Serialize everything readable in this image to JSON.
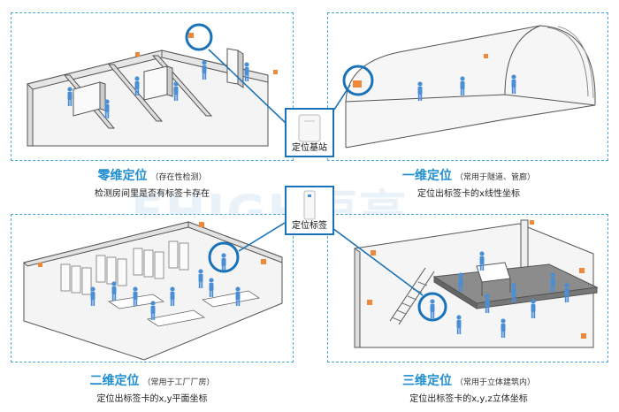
{
  "watermark": "EHIGH恒高",
  "devices": {
    "base_station": "定位基站",
    "tag": "定位标签"
  },
  "panels": {
    "zero_d": {
      "title": "零维定位",
      "subtitle": "（存在性检测）",
      "description": "检测房间里是否有标签卡存在"
    },
    "one_d": {
      "title": "一维定位",
      "subtitle": "（常用于隧道、管廊）",
      "description": "定位出标签卡的x线性坐标"
    },
    "two_d": {
      "title": "二维定位",
      "subtitle": "（常用于工厂厂房）",
      "description": "定位出标签卡的x,y平面坐标"
    },
    "three_d": {
      "title": "三维定位",
      "subtitle": "（常用于立体建筑内）",
      "description": "定位出标签卡的x,y,z立体坐标"
    }
  },
  "colors": {
    "accent": "#1f8ed1",
    "highlight_ring": "#1a73b8",
    "panel_border": "#4aa7d9",
    "person": "#4a8fd6",
    "anchor": "#f0883a"
  }
}
